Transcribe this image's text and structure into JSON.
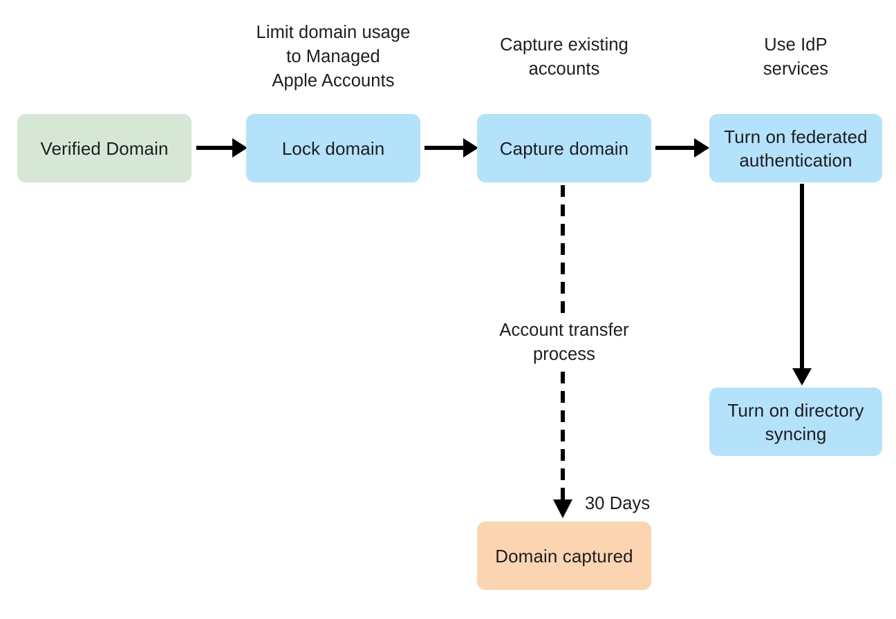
{
  "diagram": {
    "title": "Managed Apple Account domain capture and federation flow",
    "background": "#ffffff",
    "colors": {
      "green_node": "#d6e8d5",
      "blue_node": "#b3e2fa",
      "orange_node": "#fbd5b2",
      "text": "#1d1d1f",
      "connector": "#000000"
    }
  },
  "nodes": [
    {
      "id": "verified-domain",
      "label": "Verified Domain",
      "color": "#d6e8d5"
    },
    {
      "id": "lock-domain",
      "label": "Lock domain",
      "color": "#b3e2fa"
    },
    {
      "id": "capture-domain",
      "label": "Capture domain",
      "color": "#b3e2fa"
    },
    {
      "id": "federated-auth",
      "label": "Turn on federated authentication",
      "color": "#b3e2fa"
    },
    {
      "id": "directory-syncing",
      "label": "Turn on directory syncing",
      "color": "#b3e2fa"
    },
    {
      "id": "domain-captured",
      "label": "Domain captured",
      "color": "#fbd5b2"
    }
  ],
  "captions": [
    {
      "id": "caption-lock-domain",
      "text": "Limit domain usage\nto Managed\nApple Accounts"
    },
    {
      "id": "caption-capture-domain",
      "text": "Capture existing\naccounts"
    },
    {
      "id": "caption-federated-auth",
      "text": "Use IdP\nservices"
    }
  ],
  "edge_labels": [
    {
      "id": "account-transfer-process",
      "text": "Account transfer\nprocess"
    },
    {
      "id": "thirty-days",
      "text": "30 Days"
    }
  ],
  "edges": [
    {
      "id": "verified-to-lock",
      "from": "verified-domain",
      "to": "lock-domain",
      "style": "solid",
      "direction": "right"
    },
    {
      "id": "lock-to-capture",
      "from": "lock-domain",
      "to": "capture-domain",
      "style": "solid",
      "direction": "right"
    },
    {
      "id": "capture-to-federated",
      "from": "capture-domain",
      "to": "federated-auth",
      "style": "solid",
      "direction": "right"
    },
    {
      "id": "federated-to-syncing",
      "from": "federated-auth",
      "to": "directory-syncing",
      "style": "solid",
      "direction": "down"
    },
    {
      "id": "capture-to-domain-captured",
      "from": "capture-domain",
      "to": "domain-captured",
      "style": "dashed",
      "direction": "down",
      "label": "30 Days"
    }
  ]
}
